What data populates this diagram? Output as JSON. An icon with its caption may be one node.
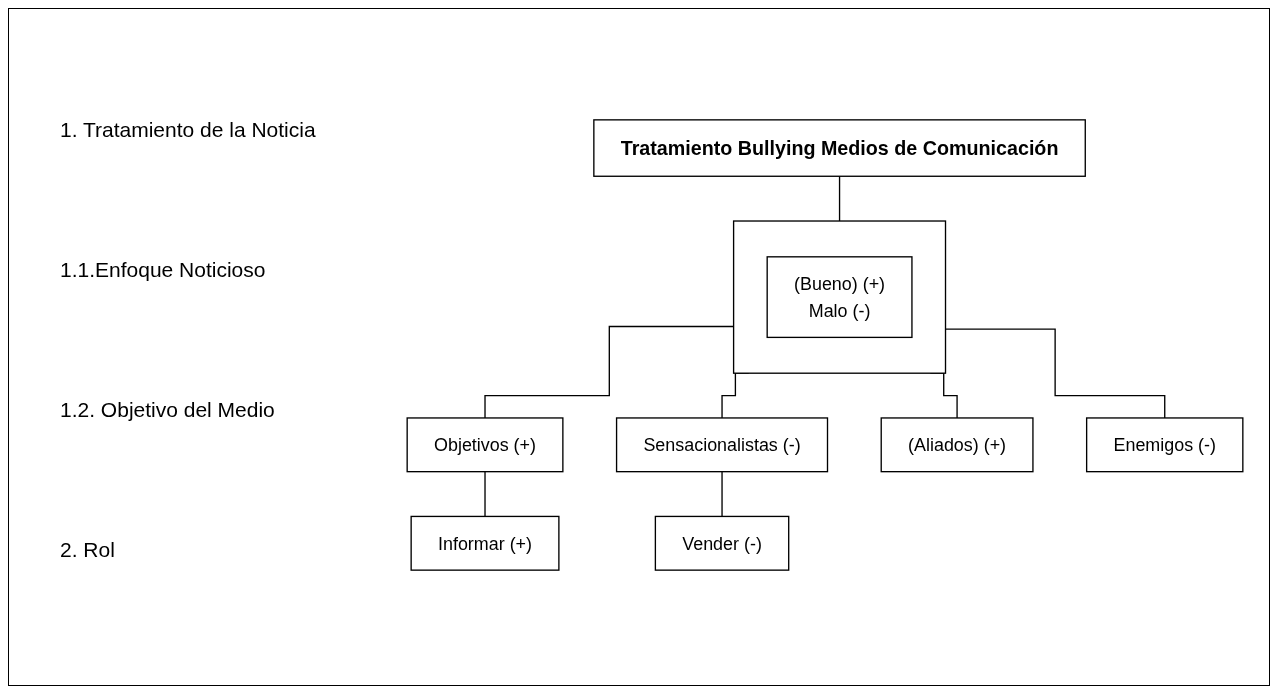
{
  "diagram": {
    "nodes": [
      {
        "text": [
          "Tratamiento Bullying Medios de Comunicación"
        ]
      },
      {
        "text": [],
        "shape": "box"
      },
      {
        "text": [
          "(Bueno) (+)",
          "Malo (-)"
        ],
        "in": 1
      },
      {
        "text": [
          "Objetivos (+)"
        ]
      },
      {
        "text": [
          "Sensacionalistas (-)"
        ]
      },
      {
        "text": [
          "Informar (+)"
        ]
      },
      {
        "text": [
          "Vender (-)"
        ]
      },
      {
        "text": [
          "(Aliados) (+)"
        ]
      },
      {
        "text": [
          "Enemigos (-)"
        ]
      }
    ],
    "edges": [
      {
        "from": 0,
        "to": 1,
        "arrow": "none"
      },
      {
        "from": 1,
        "to": 3,
        "arrow": "none"
      },
      {
        "from": 1,
        "to": 4,
        "arrow": "none"
      },
      {
        "from": 3,
        "to": 5,
        "arrow": "none"
      },
      {
        "from": 4,
        "to": 6,
        "arrow": "none"
      },
      {
        "from": 1,
        "to": 7,
        "arrow": "none"
      },
      {
        "from": 1,
        "to": 8,
        "arrow": "none"
      }
    ],
    "labels": [
      "1. Tratamiento de la Noticia",
      "1.1.Enfoque Noticioso",
      "1.2. Objetivo del Medio",
      "2. Rol"
    ]
  }
}
